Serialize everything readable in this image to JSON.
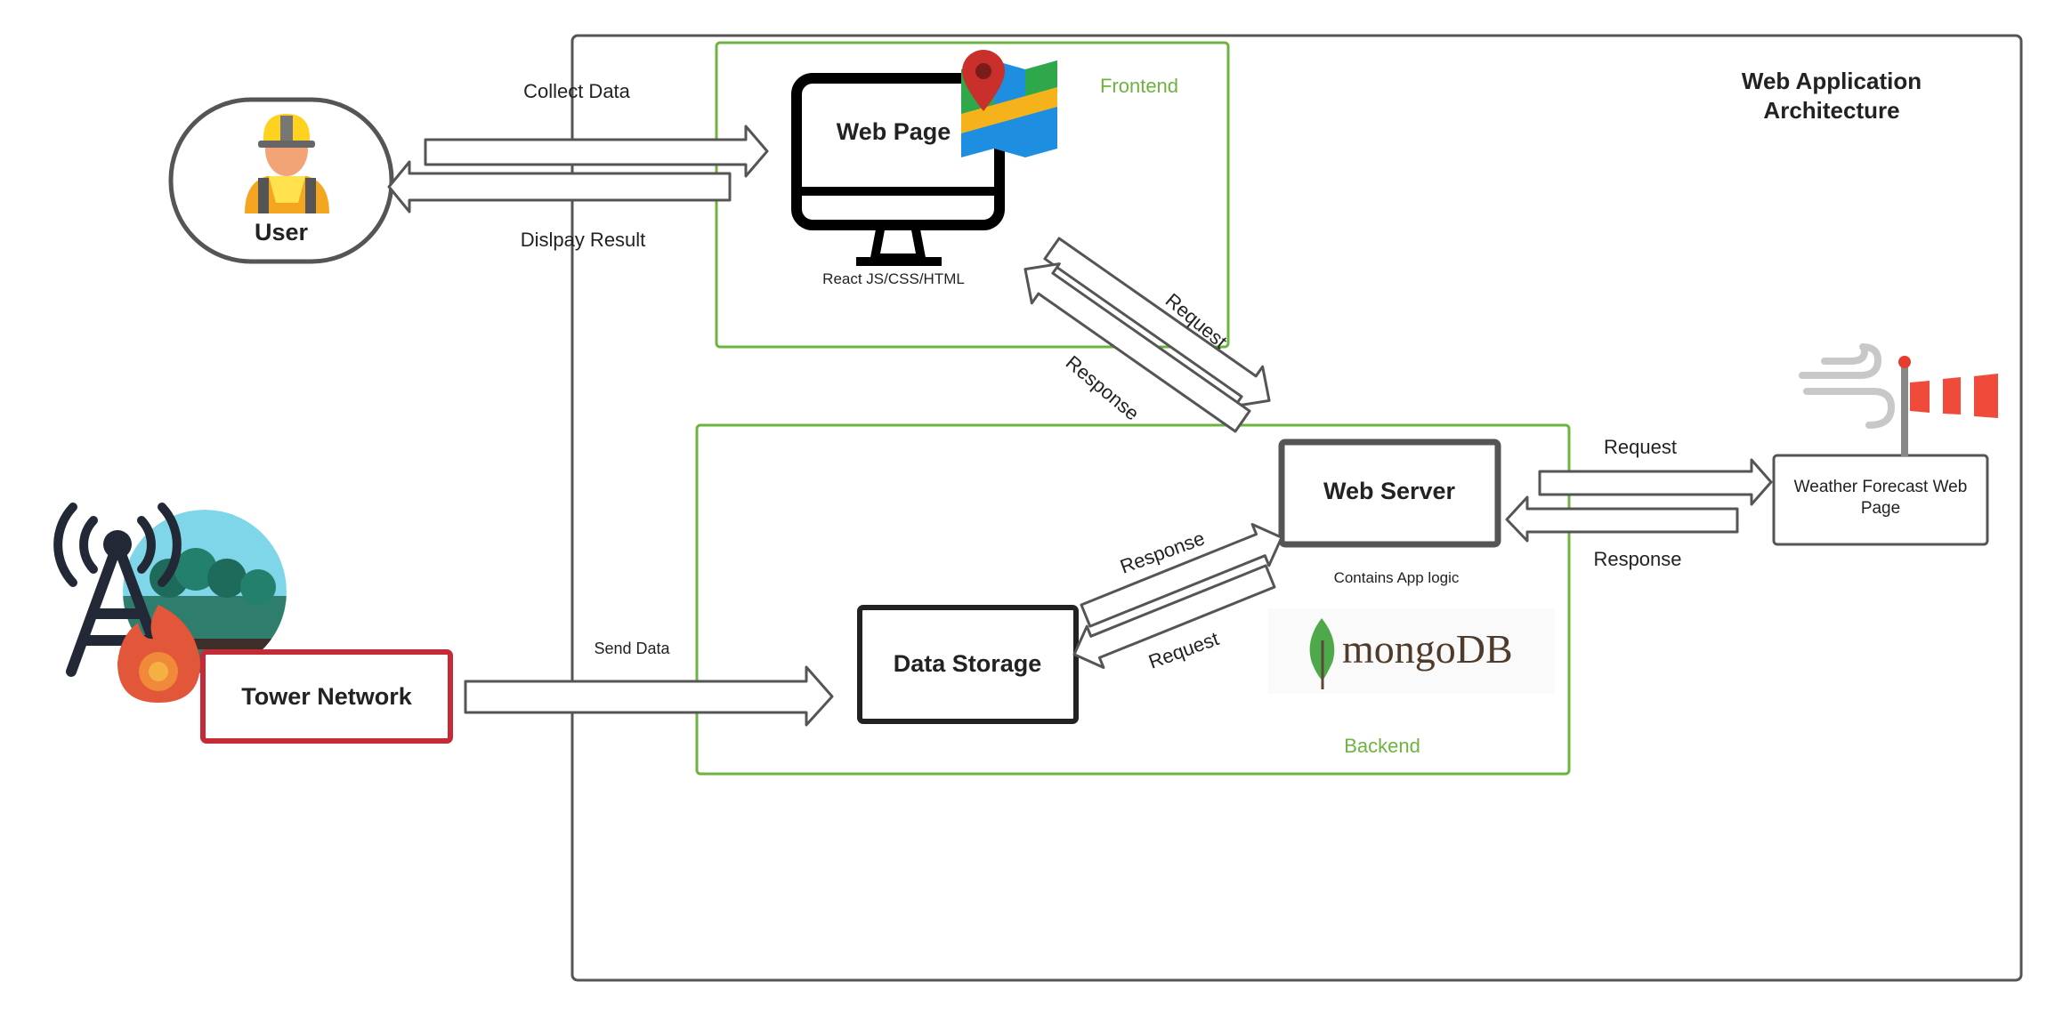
{
  "title": "Web Application Architecture",
  "title_lines": [
    "Web Application",
    "Architecture"
  ],
  "groups": {
    "frontend": "Frontend",
    "backend": "Backend"
  },
  "nodes": {
    "user": "User",
    "web_page": "Web Page",
    "web_page_caption": "React JS/CSS/HTML",
    "web_server": "Web Server",
    "web_server_caption": "Contains App logic",
    "data_storage": "Data Storage",
    "weather": [
      "Weather Forecast Web",
      "Page"
    ],
    "tower": "Tower Network",
    "mongodb_logo": "mongoDB"
  },
  "edges": {
    "collect_data": "Collect Data",
    "display_result": "Dislpay Result",
    "page_request": "Request",
    "page_response": "Response",
    "weather_request": "Request",
    "weather_response": "Response",
    "storage_response": "Response",
    "storage_request": "Request",
    "send_data": "Send Data"
  },
  "colors": {
    "group_border": "#6db33f",
    "tower_border": "#c62a36",
    "box_border": "#444444"
  },
  "icons": [
    "firefighter-icon",
    "monitor-icon",
    "map-icon",
    "windsock-icon",
    "cell-tower-icon",
    "fire-icon",
    "mongodb-leaf-icon"
  ]
}
